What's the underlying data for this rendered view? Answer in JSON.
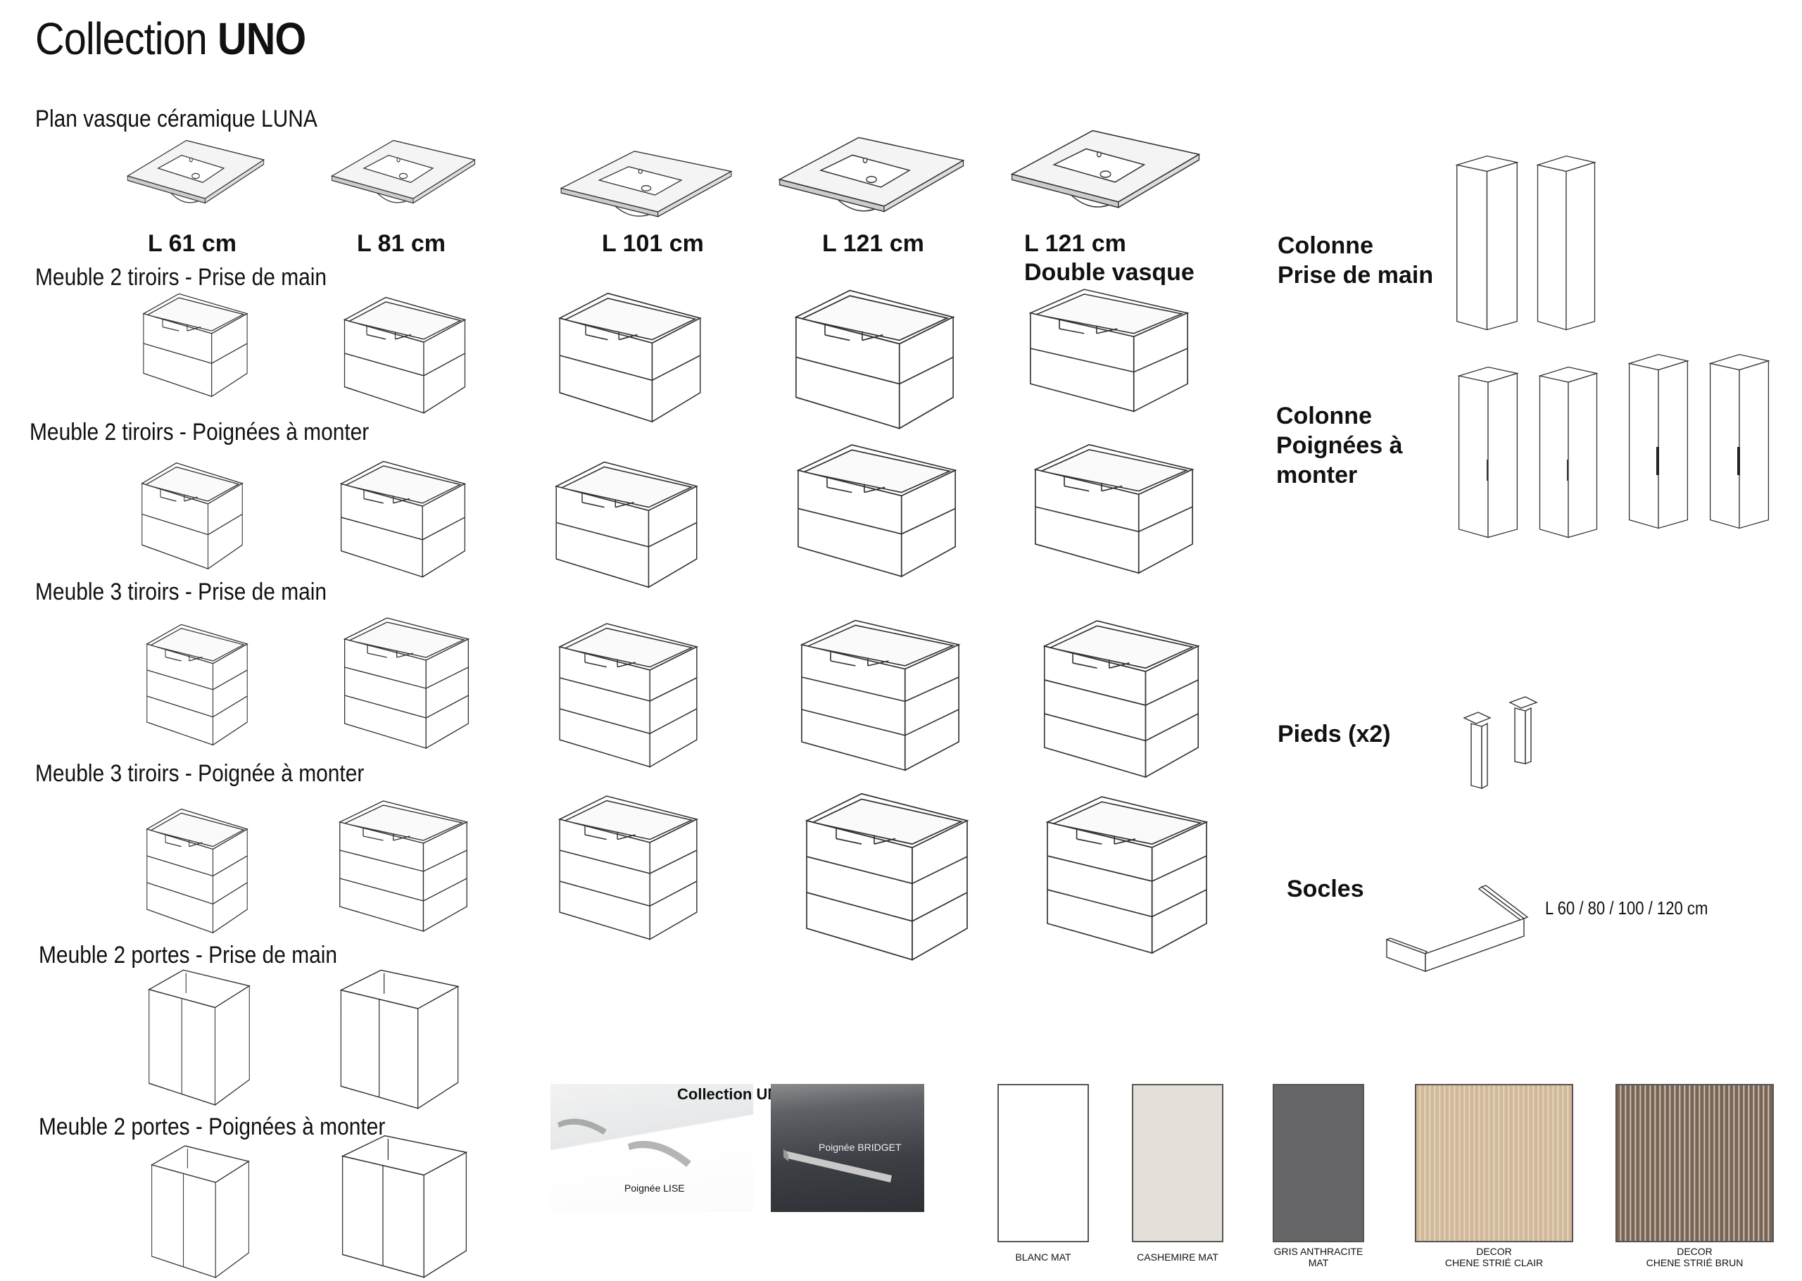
{
  "title": {
    "prefix": "Collection",
    "bold": "UNO"
  },
  "sections": {
    "basin": "Plan vasque céramique LUNA",
    "d2_grip": "Meuble 2 tiroirs - Prise de main",
    "d2_handle": "Meuble 2 tiroirs - Poignées à monter",
    "d3_grip": "Meuble 3 tiroirs - Prise de main",
    "d3_handle": "Meuble 3 tiroirs - Poignée à monter",
    "door_grip": "Meuble 2 portes - Prise de main",
    "door_handle": "Meuble 2 portes - Poignées à monter"
  },
  "sizes": [
    "L 61 cm",
    "L 81 cm",
    "L 101 cm",
    "L 121 cm",
    "L 121 cm"
  ],
  "double_basin": "Double vasque",
  "right": {
    "col_grip": [
      "Colonne",
      "Prise de main"
    ],
    "col_handle": [
      "Colonne",
      "Poignées à",
      "monter"
    ],
    "feet": "Pieds (x2)",
    "plinth": "Socles",
    "plinth_sizes": "L 60 / 80 / 100 / 120 cm"
  },
  "handles": {
    "heading": "Collection UNO",
    "lise": "Poignée LISE",
    "bridget": "Poignée BRIDGET"
  },
  "finishes": [
    {
      "lines": [
        "BLANC MAT"
      ],
      "color": "#ffffff"
    },
    {
      "lines": [
        "CASHEMIRE MAT"
      ],
      "color": "#e4e0d9"
    },
    {
      "lines": [
        "GRIS ANTHRACITE",
        "MAT"
      ],
      "color": "#666668"
    },
    {
      "lines": [
        "DECOR",
        "CHENE STRIÉ CLAIR"
      ],
      "color": "#d4b894"
    },
    {
      "lines": [
        "DECOR",
        "CHENE STRIÉ BRUN"
      ],
      "color": "#7a6452"
    }
  ]
}
